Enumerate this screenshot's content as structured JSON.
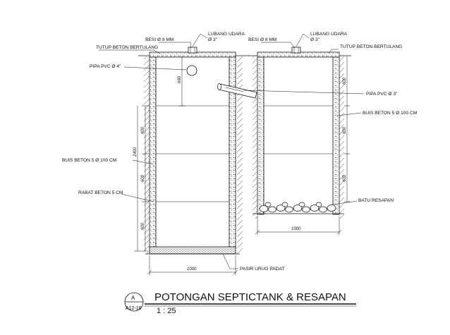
{
  "labels": {
    "besi_left": "BESI  Ø 8 MM",
    "lubang_left": "LUBANG UDARA",
    "lubang_left_size": "Ø 3\"",
    "tutup_left": "TUTUP BETON BERTULANG",
    "besi_right": "BESI  Ø 8 MM",
    "lubang_right": "LUBANG UDARA",
    "lubang_right_size": "Ø 3\"",
    "tutup_right": "TUTUP BETON BERTULANG",
    "pipa_4": "PIPA PVC Ø 4\"",
    "pipa_3": "PIPA PVC Ø 3\"",
    "buis_right": "BUIS BETON 5 Ø 100 CM",
    "buis_left": "BUIS BETON 5 Ø 100 CM",
    "rabat": "RABAT BETON 5 CM",
    "batu": "BATU RESAPAN",
    "pasir": "PASIR URUG PADAT"
  },
  "dimensions": {
    "left_top": "660",
    "left_seg1": "600",
    "left_seg2": "600",
    "left_seg3": "600",
    "left_total": "2400",
    "left_width": "1000",
    "right_top": "600",
    "right_seg1": "600",
    "right_seg2": "600",
    "right_width": "1000"
  },
  "title_block": {
    "section_letter": "A",
    "sheet_ref": "A12-16",
    "title": "POTONGAN SEPTICTANK & RESAPAN",
    "scale": "1 : 25"
  }
}
